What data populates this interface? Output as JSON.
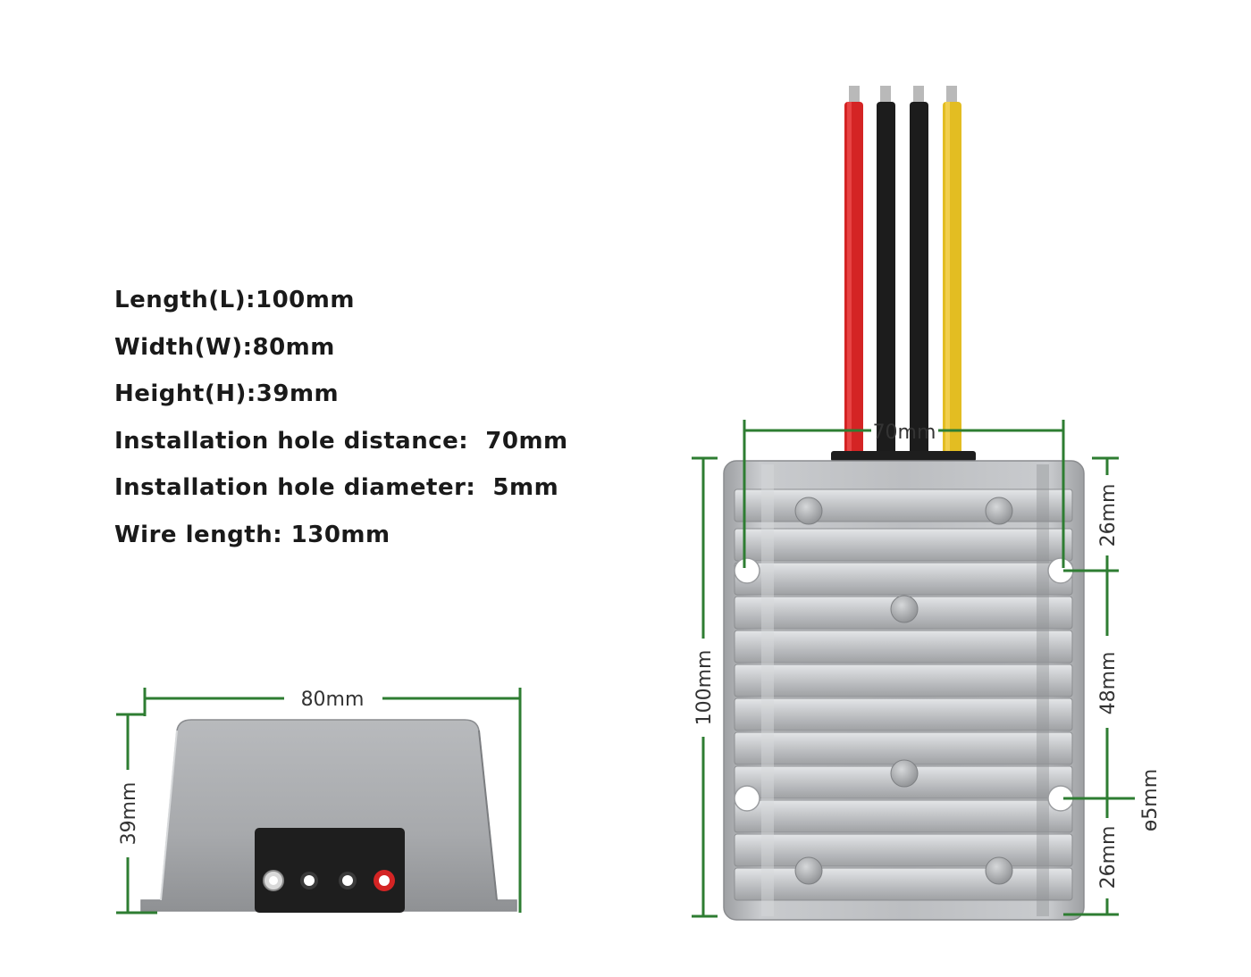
{
  "specs": [
    {
      "text": "Length(L):100mm"
    },
    {
      "text": "Width(W):80mm"
    },
    {
      "text": "Height(H):39mm"
    },
    {
      "text": "Installation hole distance:  70mm"
    },
    {
      "text": "Installation hole diameter:  5mm"
    },
    {
      "text": "Wire length: 130mm"
    }
  ],
  "dimensions": {
    "width": "80mm",
    "height": "39mm",
    "length": "100mm",
    "hole_distance": "70mm",
    "top_offset": "26mm",
    "middle_spacing": "48mm",
    "bottom_offset": "26mm",
    "hole_diameter": "ɵ5mm"
  },
  "colors": {
    "dimension_line": "#2e7d32",
    "wire_red": "#d42424",
    "wire_black": "#1c1c1c",
    "wire_yellow": "#e3bd22",
    "housing": "#bfc1c4"
  }
}
